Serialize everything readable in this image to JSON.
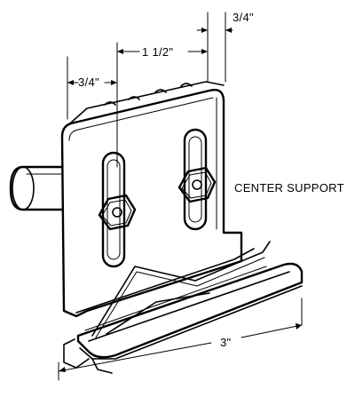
{
  "part_label": "CENTER SUPPORT",
  "dimensions": {
    "top_right": "3/4\"",
    "top_middle": "1 1/2\"",
    "top_left": "3/4\"",
    "bottom": "3\""
  }
}
